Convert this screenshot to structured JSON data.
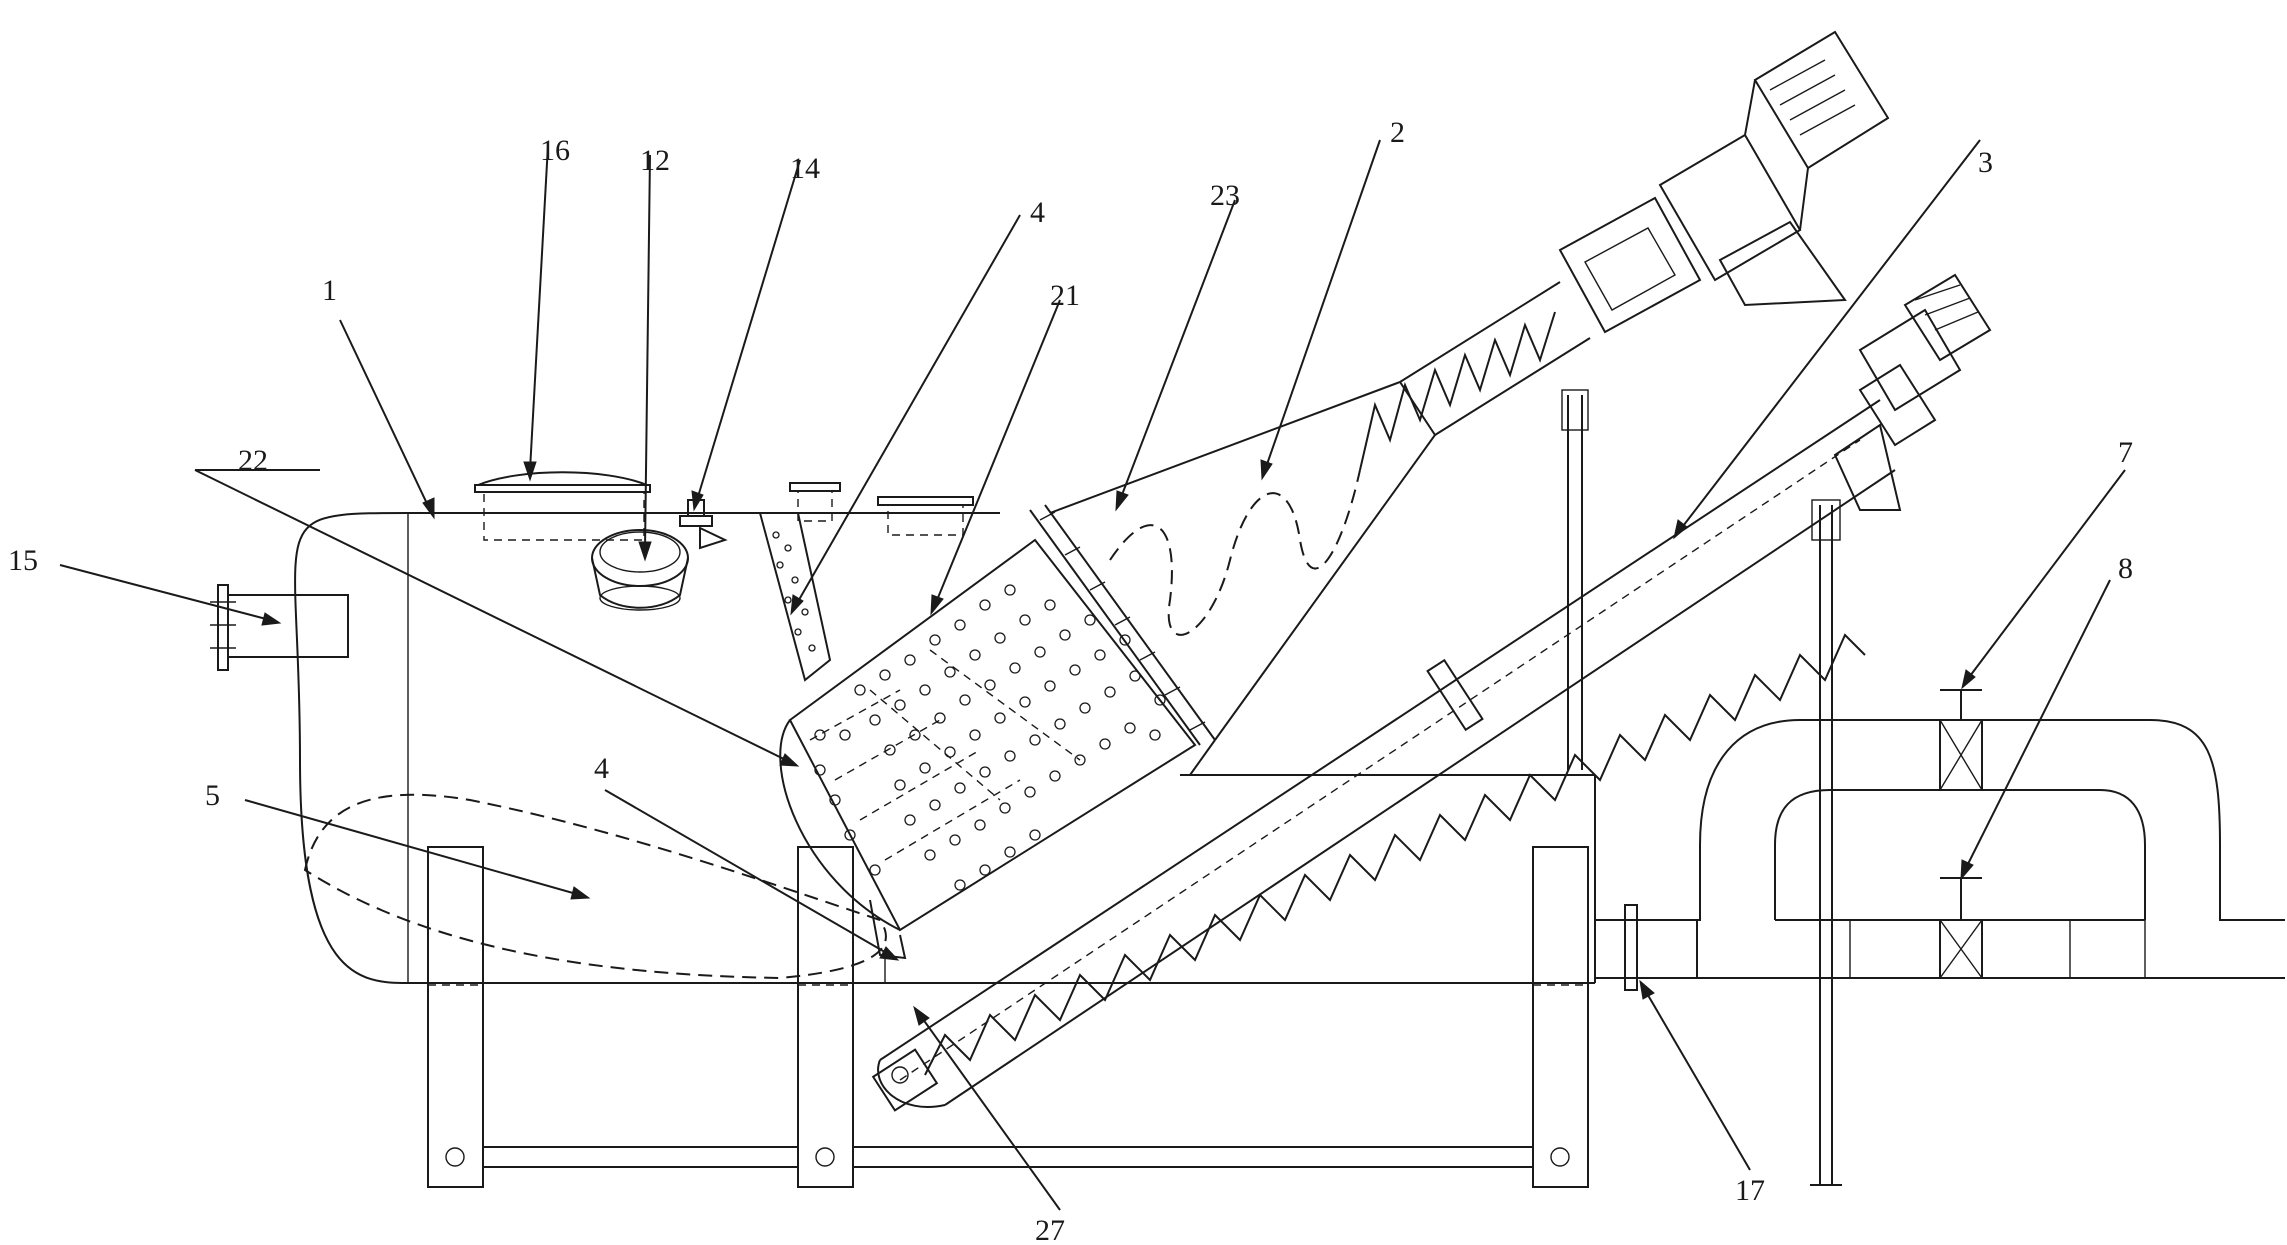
{
  "figure": {
    "background": "#ffffff",
    "line_color": "#1a1a1a"
  },
  "callouts": [
    {
      "id": "c16",
      "label": "16"
    },
    {
      "id": "c12",
      "label": "12"
    },
    {
      "id": "c14",
      "label": "14"
    },
    {
      "id": "c4a",
      "label": "4"
    },
    {
      "id": "c21",
      "label": "21"
    },
    {
      "id": "c23",
      "label": "23"
    },
    {
      "id": "c2",
      "label": "2"
    },
    {
      "id": "c3",
      "label": "3"
    },
    {
      "id": "c1",
      "label": "1"
    },
    {
      "id": "c22",
      "label": "22"
    },
    {
      "id": "c15",
      "label": "15"
    },
    {
      "id": "c5",
      "label": "5"
    },
    {
      "id": "c4b",
      "label": "4"
    },
    {
      "id": "c7",
      "label": "7"
    },
    {
      "id": "c8",
      "label": "8"
    },
    {
      "id": "c17",
      "label": "17"
    },
    {
      "id": "c27",
      "label": "27"
    }
  ]
}
